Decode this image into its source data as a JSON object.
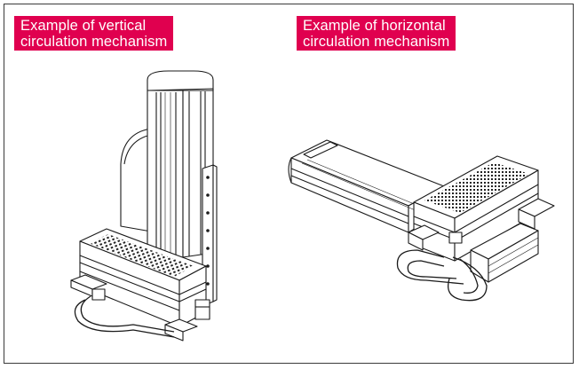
{
  "labels": {
    "vertical": {
      "line1": "Example of vertical",
      "line2": "circulation mechanism"
    },
    "horizontal": {
      "line1": "Example of horizontal",
      "line2": "circulation mechanism"
    }
  },
  "colors": {
    "label_background": "#e0004f",
    "label_text": "#ffffff",
    "border": "#3a3a3a",
    "drawing_stroke": "#1a1a1a"
  }
}
